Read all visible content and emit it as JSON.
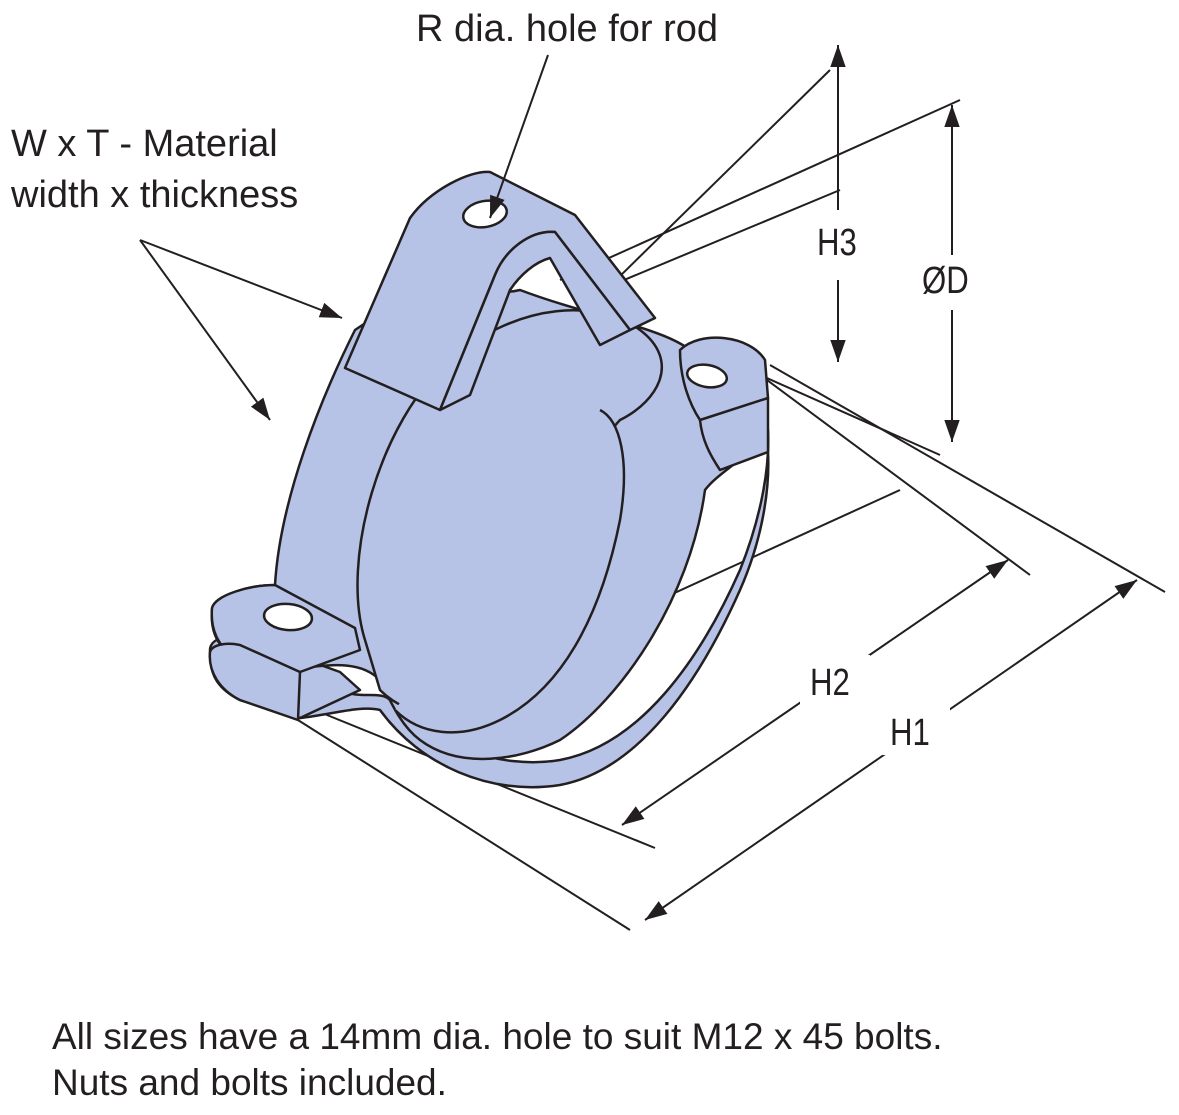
{
  "callouts": {
    "rod_hole": "R dia. hole for rod",
    "material_line1": "W x T - Material",
    "material_line2": "width x thickness"
  },
  "dimensions": {
    "h3": "H3",
    "od": "ØD",
    "h2": "H2",
    "h1": "H1"
  },
  "note": {
    "line1": "All sizes have a 14mm dia. hole to suit M12 x 45 bolts.",
    "line2": "Nuts and bolts included."
  },
  "colors": {
    "clamp_fill": "#b6c3e6",
    "outline": "#231f20",
    "background": "#ffffff"
  }
}
